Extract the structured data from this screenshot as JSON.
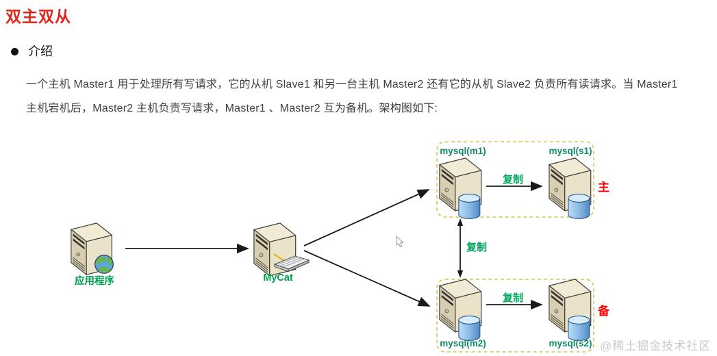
{
  "page": {
    "title": "双主双从",
    "section": {
      "heading": "介绍"
    },
    "paragraph": {
      "line1": "一个主机 Master1 用于处理所有写请求，它的从机 Slave1 和另一台主机 Master2 还有它的从机 Slave2 负责所有读请求。当 Master1",
      "line2": "主机宕机后，Master2 主机负责写请求，Master1 、Master2 互为备机。架构图如下:"
    },
    "watermark": "@稀土掘金技术社区"
  },
  "diagram": {
    "nodes": {
      "app": {
        "label": "应用程序",
        "icon": "server-with-globe-icon"
      },
      "mycat": {
        "label": "MyCat",
        "icon": "server-with-keyboard-icon"
      },
      "m1": {
        "label": "mysql(m1)",
        "icon": "server-with-database-icon"
      },
      "s1": {
        "label": "mysql(s1)",
        "icon": "server-with-database-icon"
      },
      "m2": {
        "label": "mysql(m2)",
        "icon": "server-with-database-icon"
      },
      "s2": {
        "label": "mysql(s2)",
        "icon": "server-with-database-icon"
      }
    },
    "edges": {
      "app_to_mycat": {
        "label": ""
      },
      "mycat_to_m1": {
        "label": ""
      },
      "mycat_to_m2": {
        "label": ""
      },
      "m1_to_s1": {
        "label": "复制"
      },
      "m1_to_m2": {
        "label": "复制",
        "bidirectional": true
      },
      "m2_to_s2": {
        "label": "复制"
      }
    },
    "roles": {
      "master": "主",
      "standby": "备"
    },
    "colors": {
      "title_red": "#e2231a",
      "role_red": "#fe0000",
      "edge_label_green": "#00a65e",
      "node_label_green": "#0f8a66",
      "dashed_box_border": "#d2c84a"
    }
  }
}
